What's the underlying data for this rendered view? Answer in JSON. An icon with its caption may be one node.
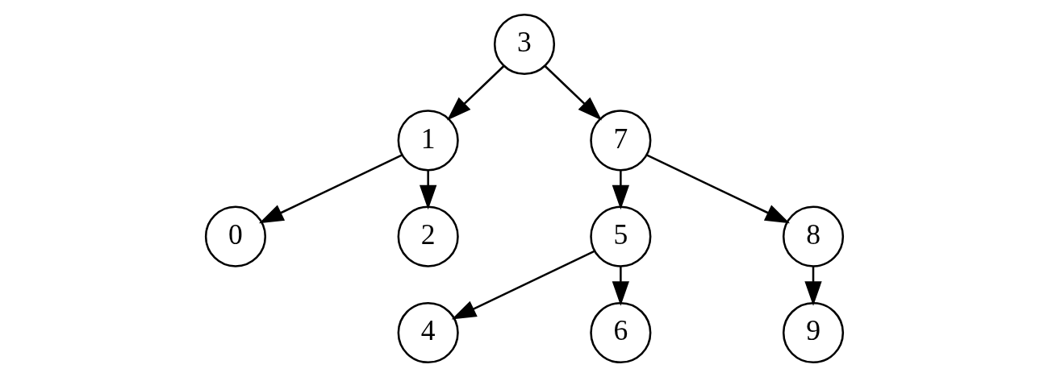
{
  "diagram": {
    "nodes": [
      {
        "text": [
          "3"
        ]
      },
      {
        "text": [
          "1"
        ]
      },
      {
        "text": [
          "7"
        ]
      },
      {
        "text": [
          "0"
        ]
      },
      {
        "text": [
          "2"
        ]
      },
      {
        "text": [
          "5"
        ]
      },
      {
        "text": [
          "8"
        ]
      },
      {
        "text": [
          "4"
        ]
      },
      {
        "text": [
          "6"
        ]
      },
      {
        "text": [
          "9"
        ]
      }
    ],
    "edges": [
      {
        "from": 0,
        "to": 1,
        "arrow": "to"
      },
      {
        "from": 0,
        "to": 2,
        "arrow": "to"
      },
      {
        "from": 1,
        "to": 3,
        "arrow": "to"
      },
      {
        "from": 1,
        "to": 4,
        "arrow": "to"
      },
      {
        "from": 2,
        "to": 5,
        "arrow": "to"
      },
      {
        "from": 2,
        "to": 6,
        "arrow": "to"
      },
      {
        "from": 5,
        "to": 7,
        "arrow": "to"
      },
      {
        "from": 5,
        "to": 8,
        "arrow": "to"
      },
      {
        "from": 6,
        "to": 9,
        "arrow": "to"
      }
    ]
  }
}
